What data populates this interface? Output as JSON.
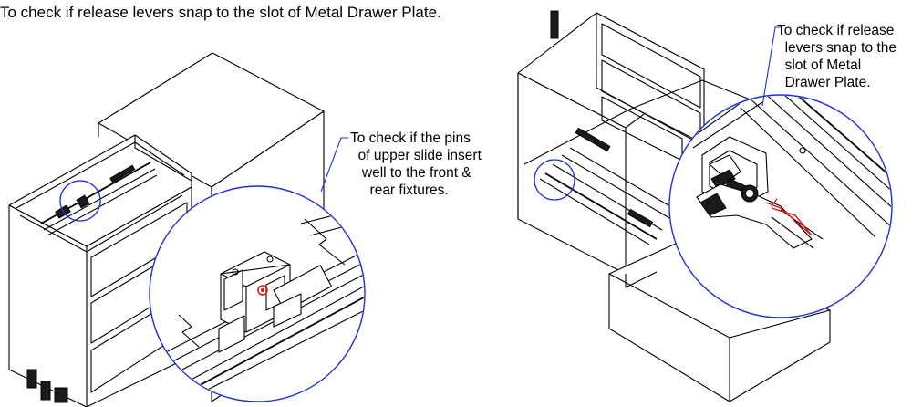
{
  "title": "To check if release levers snap to the slot of Metal Drawer Plate.",
  "callouts": {
    "left": "To check if the pins\n  of upper slide insert\n   well to the front &\n     rear fixtures.",
    "right": "To check if release\n  levers snap to the\n  slot of Metal\n  Drawer Plate."
  },
  "colors": {
    "detail_circle": "#1f2fd6",
    "highlight": "#e01818",
    "line": "#000000"
  }
}
